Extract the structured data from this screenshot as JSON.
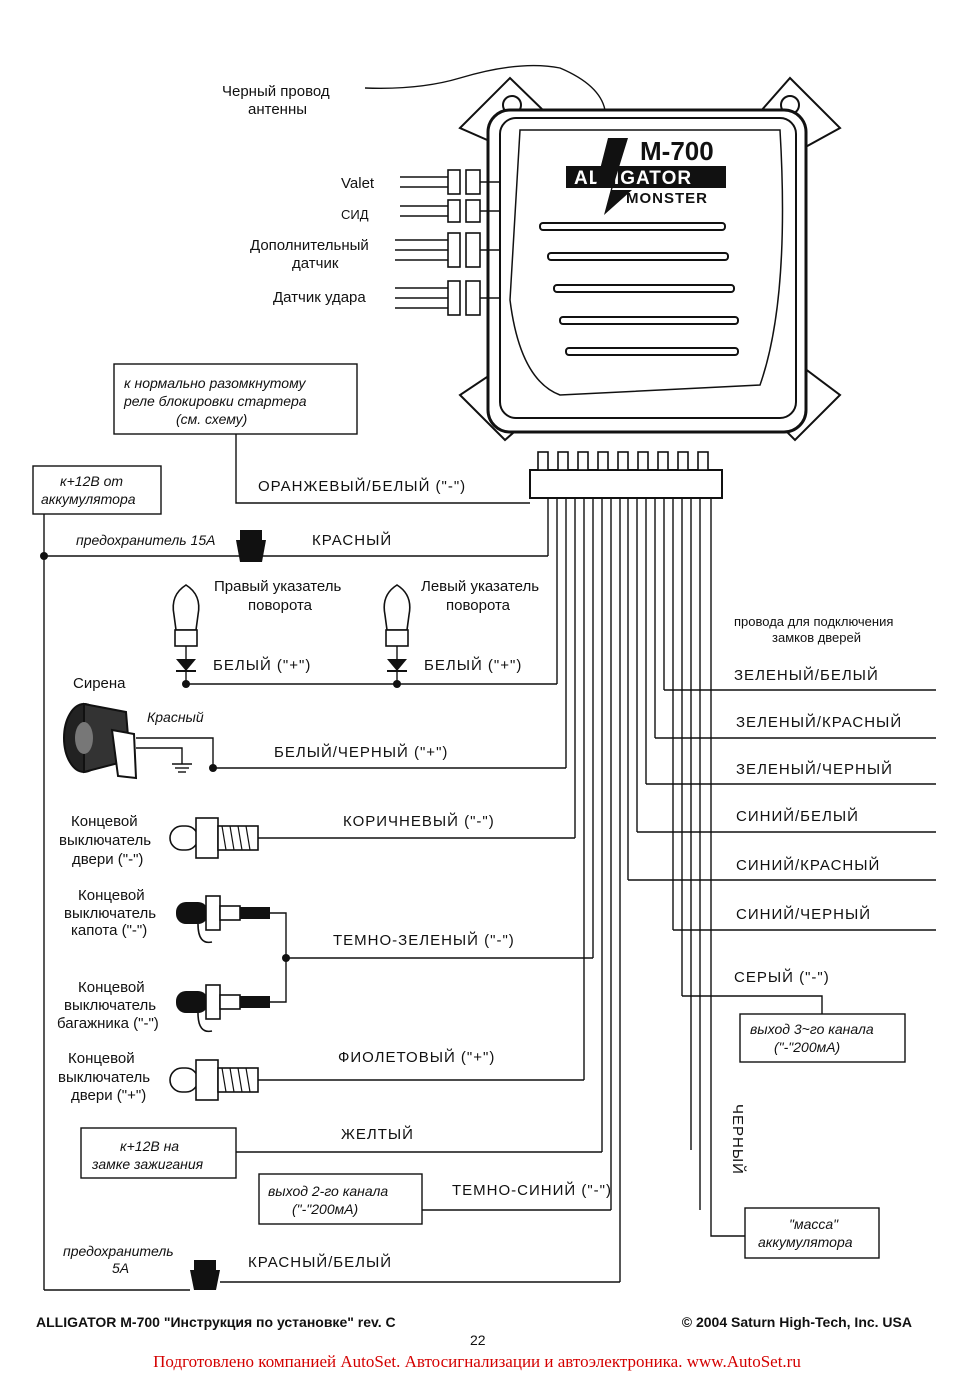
{
  "unit": {
    "model_line1": "M-700",
    "logo_alligator": "ALLIGATOR",
    "logo_monster": "MONSTER"
  },
  "labels": {
    "antenna_line1": "Черный провод",
    "antenna_line2": "антенны",
    "valet": "Valet",
    "led": "СИД",
    "extra_sensor_line1": "Дополнительный",
    "extra_sensor_line2": "датчик",
    "shock_sensor": "Датчик удара",
    "relay_line1": "к нормально разомкнутому",
    "relay_line2": "реле блокировки стартера",
    "relay_line3": "(см. схему)",
    "battery_line1": "к+12В  от",
    "battery_line2": "аккумулятора",
    "fuse15": "предохранитель 15А",
    "right_turn_line1": "Правый указатель",
    "right_turn_line2": "поворота",
    "left_turn_line1": "Левый указатель",
    "left_turn_line2": "поворота",
    "siren": "Сирена",
    "siren_red": "Красный",
    "door_minus_line1": "Концевой",
    "door_minus_line2": "выключатель",
    "door_minus_line3": "двери (\"-\")",
    "hood_line1": "Концевой",
    "hood_line2": "выключатель",
    "hood_line3": "капота (\"-\")",
    "trunk_line1": "Концевой",
    "trunk_line2": "выключатель",
    "trunk_line3": "багажника (\"-\")",
    "door_plus_line1": "Концевой",
    "door_plus_line2": "выключатель",
    "door_plus_line3": "двери (\"+\")",
    "ignition_line1": "к+12В на",
    "ignition_line2": "замке зажигания",
    "ch2_line1": "выход 2-го канала",
    "ch2_line2": "(\"-\"200мА)",
    "fuse5_line1": "предохранитель",
    "fuse5_line2": "5А",
    "door_locks_line1": "провода для подключения",
    "door_locks_line2": "замков дверей",
    "ch3_line1": "выход 3~го канала",
    "ch3_line2": "(\"-\"200мА)",
    "ground_line1": "\"масса\"",
    "ground_line2": "аккумулятора"
  },
  "wires": {
    "orange_white": "ОРАНЖЕВЫЙ/БЕЛЫЙ  (\"-\")",
    "red": "КРАСНЫЙ",
    "white_right": "БЕЛЫЙ (\"+\")",
    "white_left": "БЕЛЫЙ (\"+\")",
    "white_black": "БЕЛЫЙ/ЧЕРНЫЙ  (\"+\")",
    "brown": "КОРИЧНЕВЫЙ  (\"-\")",
    "dark_green": "ТЕМНО-ЗЕЛЕНЫЙ  (\"-\")",
    "violet": "ФИОЛЕТОВЫЙ (\"+\")",
    "yellow": "ЖЕЛТЫЙ",
    "dark_blue": "ТЕМНО-СИНИЙ  (\"-\")",
    "red_white": "КРАСНЫЙ/БЕЛЫЙ",
    "green_white": "ЗЕЛЕНЫЙ/БЕЛЫЙ",
    "green_red": "ЗЕЛЕНЫЙ/КРАСНЫЙ",
    "green_black": "ЗЕЛЕНЫЙ/ЧЕРНЫЙ",
    "blue_white": "СИНИЙ/БЕЛЫЙ",
    "blue_red": "СИНИЙ/КРАСНЫЙ",
    "blue_black": "СИНИЙ/ЧЕРНЫЙ",
    "grey": "СЕРЫЙ (\"-\")",
    "black": "ЧЕРНЫЙ"
  },
  "footer": {
    "left": "ALLIGATOR M-700 \"Инструкция по установке\" rev. C",
    "right": "© 2004 Saturn High-Tech, Inc. USA",
    "page": "22",
    "promo": "Подготовлено компанией AutoSet. Автосигнализации и автоэлектроника. www.AutoSet.ru"
  },
  "colors": {
    "promo": "#d40000",
    "line": "#111111"
  }
}
